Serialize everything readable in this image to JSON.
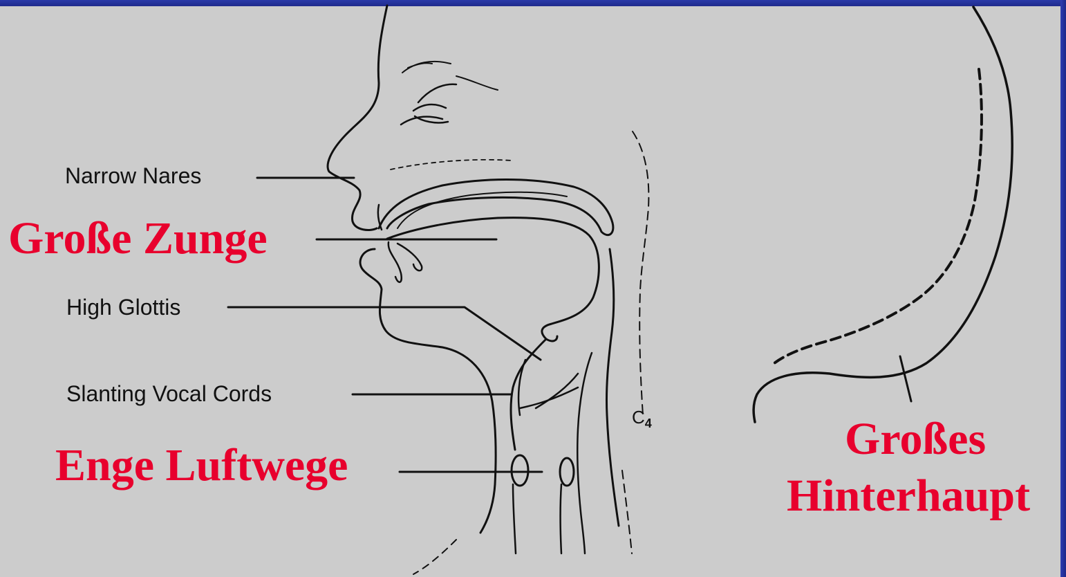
{
  "colors": {
    "accent_red": "#e8002d",
    "background": "#cccccc",
    "frame_blue": "#2233a0",
    "line": "#111111"
  },
  "labels": {
    "narrow_nares": "Narrow Nares",
    "high_glottis": "High Glottis",
    "slanting_vocal_cords": "Slanting Vocal Cords",
    "c4_letter": "C",
    "c4_index": "4"
  },
  "annotations": {
    "grosse_zunge": "Große Zunge",
    "enge_luftwege": "Enge Luftwege",
    "grosses_hinterhaupt_line1": "Großes",
    "grosses_hinterhaupt_line2": "Hinterhaupt"
  }
}
